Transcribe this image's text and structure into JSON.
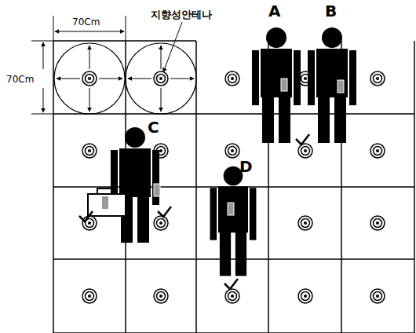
{
  "diagram": {
    "labels": [
      "70Cm",
      "70Cm",
      "지향성안테나",
      "A",
      "B",
      "C",
      "D"
    ]
  }
}
